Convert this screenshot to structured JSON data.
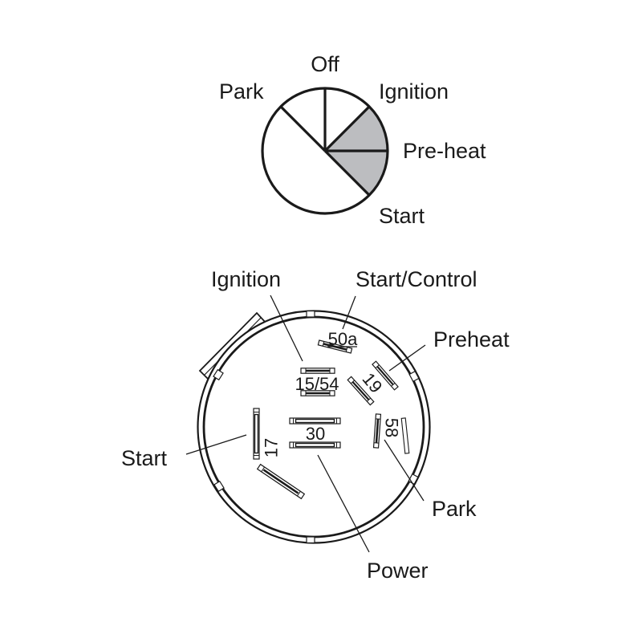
{
  "switch_positions_diagram": {
    "labels": {
      "off": "Off",
      "park": "Park",
      "ignition": "Ignition",
      "preheat": "Pre-heat",
      "start": "Start"
    },
    "shaded_positions": [
      "Pre-heat",
      "Start"
    ],
    "colors": {
      "shaded": "#bcbdc0",
      "line": "#1a1a1a",
      "background": "#ffffff"
    }
  },
  "connector_diagram": {
    "callouts": {
      "ignition": "Ignition",
      "start_control": "Start/Control",
      "preheat": "Preheat",
      "start": "Start",
      "park": "Park",
      "power": "Power"
    },
    "terminals": {
      "t50a": "50a",
      "t15_54": "15/54",
      "t19": "19",
      "t58": "58",
      "t30": "30",
      "t17": "17"
    }
  }
}
